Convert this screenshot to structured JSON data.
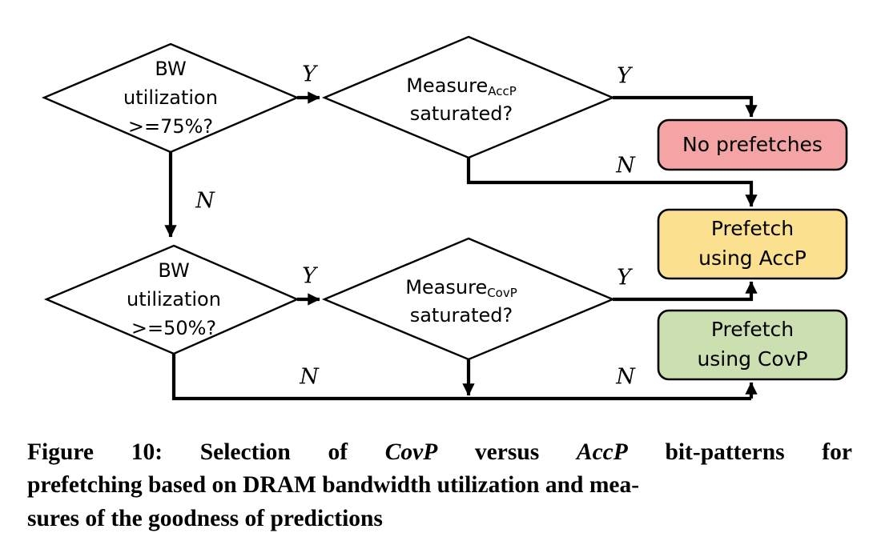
{
  "figure": {
    "type": "flowchart",
    "caption": {
      "label": "Figure 10:",
      "line1_a": "Figure",
      "line1_b": "10:",
      "line1_c": "Selection",
      "line1_d": "of",
      "line1_e": "CovP",
      "line1_f": "versus",
      "line1_g": "AccP",
      "line1_h": "bit-patterns",
      "line1_i": "for",
      "line2": "prefetching based on DRAM bandwidth utilization and mea-",
      "line3": "sures of the goodness of predictions",
      "full_text": "Figure 10: Selection of CovP versus AccP bit-patterns for prefetching based on DRAM bandwidth utilization and measures of the goodness of predictions"
    },
    "nodes": [
      {
        "id": "bw75",
        "shape": "diamond",
        "line1": "BW",
        "line2": "utilization",
        "line3": ">=75%?",
        "fill": "#ffffff"
      },
      {
        "id": "measure-accp",
        "shape": "diamond",
        "line1_main": "Measure",
        "line1_sub": "AccP",
        "line2": "saturated?",
        "fill": "#ffffff"
      },
      {
        "id": "bw50",
        "shape": "diamond",
        "line1": "BW",
        "line2": "utilization",
        "line3": ">=50%?",
        "fill": "#ffffff"
      },
      {
        "id": "measure-covp",
        "shape": "diamond",
        "line1_main": "Measure",
        "line1_sub": "CovP",
        "line2": "saturated?",
        "fill": "#ffffff"
      },
      {
        "id": "no-prefetches",
        "shape": "rounded-rect",
        "line1": "No prefetches",
        "fill": "#f4a4a4"
      },
      {
        "id": "prefetch-accp",
        "shape": "rounded-rect",
        "line1": "Prefetch",
        "line2": "using  AccP",
        "fill": "#fbe08f"
      },
      {
        "id": "prefetch-covp",
        "shape": "rounded-rect",
        "line1": "Prefetch",
        "line2": "using  CovP",
        "fill": "#cbdfb0"
      }
    ],
    "edges": [
      {
        "id": "bw75-yes",
        "from": "bw75",
        "to": "measure-accp",
        "label": "Y"
      },
      {
        "id": "bw75-no",
        "from": "bw75",
        "to": "bw50",
        "label": "N"
      },
      {
        "id": "accp-yes",
        "from": "measure-accp",
        "to": "no-prefetches",
        "label": "Y"
      },
      {
        "id": "accp-no",
        "from": "measure-accp",
        "to": "prefetch-accp",
        "label": "N"
      },
      {
        "id": "bw50-yes",
        "from": "bw50",
        "to": "measure-covp",
        "label": "Y"
      },
      {
        "id": "bw50-no",
        "from": "bw50",
        "to": "prefetch-covp",
        "label": "N"
      },
      {
        "id": "covp-yes",
        "from": "measure-covp",
        "to": "prefetch-accp",
        "label": "Y"
      },
      {
        "id": "covp-no",
        "from": "measure-covp",
        "to": "prefetch-covp",
        "label": "N"
      }
    ],
    "colors": {
      "line": "#000000",
      "node_fill": "#ffffff",
      "no_prefetches_fill": "#f4a4a4",
      "prefetch_accp_fill": "#fbe08f",
      "prefetch_covp_fill": "#cbdfb0",
      "background": "#ffffff"
    }
  }
}
